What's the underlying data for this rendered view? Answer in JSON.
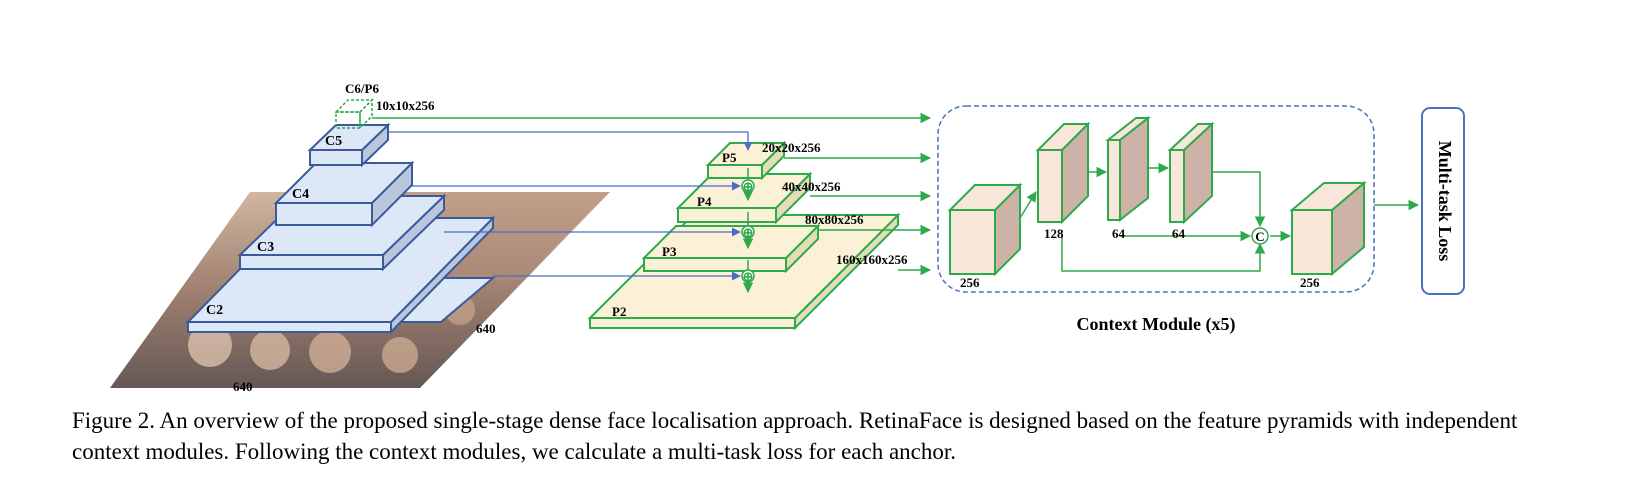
{
  "figure": {
    "backbone": {
      "levels": [
        {
          "id": "c6",
          "label": "C6/P6",
          "dims": "10x10x256"
        },
        {
          "id": "c5",
          "label": "C5"
        },
        {
          "id": "c4",
          "label": "C4"
        },
        {
          "id": "c3",
          "label": "C3"
        },
        {
          "id": "c2",
          "label": "C2"
        }
      ],
      "input_width": "640",
      "input_height": "640"
    },
    "pyramid": {
      "levels": [
        {
          "id": "p5",
          "label": "P5",
          "dims": "20x20x256"
        },
        {
          "id": "p4",
          "label": "P4",
          "dims": "40x40x256"
        },
        {
          "id": "p3",
          "label": "P3",
          "dims": "80x80x256"
        },
        {
          "id": "p2",
          "label": "P2",
          "dims": "160x160x256"
        }
      ],
      "merge_symbol": "⊕"
    },
    "context_module": {
      "title": "Context Module (x5)",
      "input_channels": "256",
      "branch_channels": [
        "128",
        "64",
        "64"
      ],
      "output_channels": "256",
      "concat_symbol": "C"
    },
    "loss": {
      "label": "Multi-task Loss"
    },
    "colors": {
      "backbone_fill": "#dce8f8",
      "backbone_stroke": "#3a5a9a",
      "pyramid_fill": "#fbf1d6",
      "pyramid_stroke": "#2daa4a",
      "context_fill": "#f8e6da",
      "context_side": "#cdb2a8",
      "dashed_border": "#4a72c4",
      "lateral_arrow": "#4a6ec8",
      "flow_arrow": "#2daa4a",
      "loss_border": "#4a72c4"
    }
  },
  "caption": "Figure 2. An overview of the proposed single-stage dense face localisation approach. RetinaFace is designed based on the feature pyramids with independent context modules. Following the context modules, we calculate a multi-task loss for each anchor."
}
